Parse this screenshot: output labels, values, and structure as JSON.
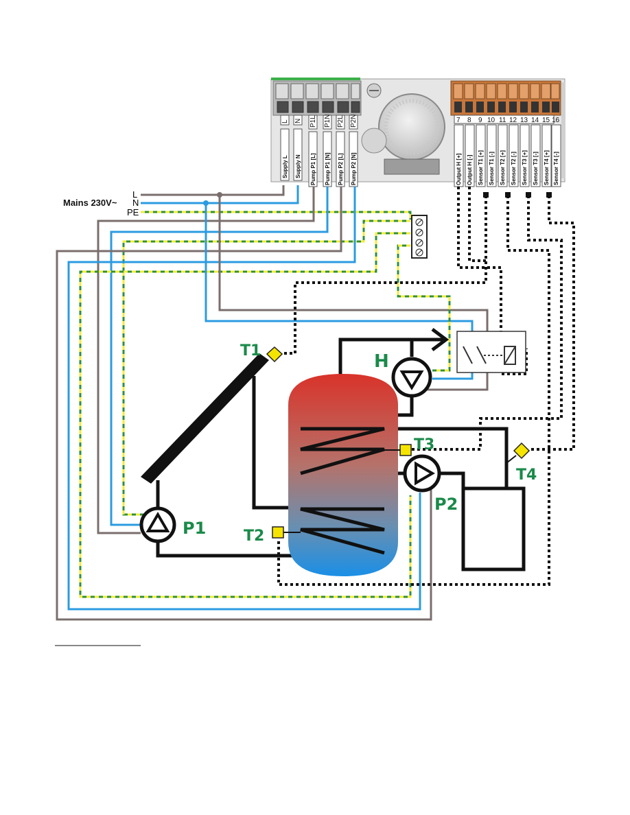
{
  "mains": {
    "label": "Mains 230V~",
    "L": "L",
    "N": "N",
    "PE": "PE"
  },
  "left_terminals": {
    "numbers": [
      "L",
      "N",
      "P1L",
      "P1N",
      "P2L",
      "P2N"
    ],
    "labels": [
      "Supply L",
      "Supply N",
      "Pump P1 [L]",
      "Pump P1 [N]",
      "Pump P2 [L]",
      "Pump P2 [N]"
    ]
  },
  "right_terminals": {
    "numbers": [
      "7",
      "8",
      "9",
      "10",
      "11",
      "12",
      "13",
      "14",
      "15",
      "16"
    ],
    "labels": [
      "Output H [+]",
      "Output H [-]",
      "Sensor T1 [+]",
      "Sensor T1 [-]",
      "Sensor T2 [+]",
      "Sensor T2 [-]",
      "Sensor T3 [+]",
      "Sensor T3 [-]",
      "Sensor T4 [+]",
      "Sensor T4 [-]"
    ]
  },
  "components": {
    "T1": "T1",
    "T2": "T2",
    "T3": "T3",
    "T4": "T4",
    "H": "H",
    "P1": "P1",
    "P2": "P2"
  },
  "colors": {
    "live": "#7a6e6c",
    "neutral": "#2b9be0",
    "earth_green": "#2f8f3f",
    "earth_yellow": "#f2ec3a",
    "label_green": "#1a8a4a",
    "sensor_yellow": "#f5e400",
    "pipe": "#111111",
    "tank_hot": "#d7403a",
    "tank_cold": "#1e8fe0",
    "terminal_orange": "#c87a3a"
  }
}
